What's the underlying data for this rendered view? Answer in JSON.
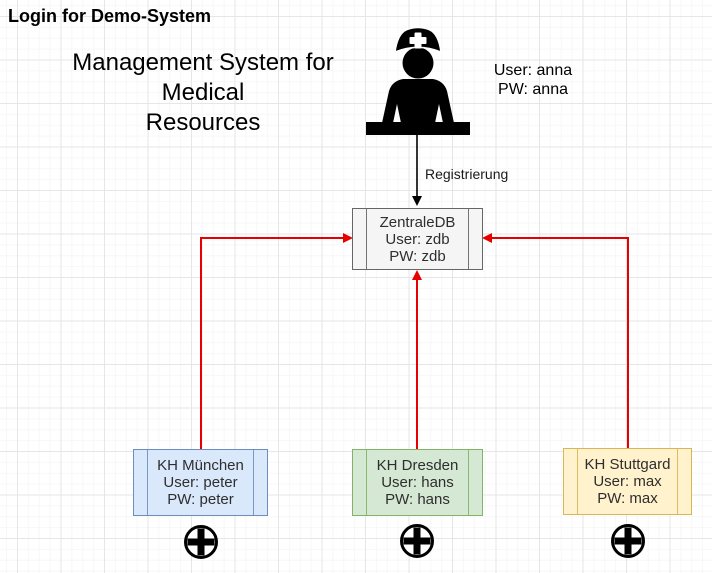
{
  "page": {
    "title": "Login for Demo-System"
  },
  "subtitle": {
    "lines": [
      "Management System for Medical",
      "Resources"
    ]
  },
  "registrar": {
    "icon": "nurse-at-reception-desk",
    "user_line": "User: anna",
    "pw_line": "PW: anna"
  },
  "registration": {
    "arrow_label": "Registrierung"
  },
  "central_db": {
    "title": "ZentraleDB",
    "user_line": "User: zdb",
    "pw_line": "PW: zdb",
    "fill": "#f5f5f5",
    "border": "#666666"
  },
  "hospitals": [
    {
      "title": "KH München",
      "user_line": "User: peter",
      "pw_line": "PW: peter",
      "fill": "#dae8fc",
      "border": "#6c8ebf",
      "icon": "hospital-plus-circle"
    },
    {
      "title": "KH Dresden",
      "user_line": "User: hans",
      "pw_line": "PW: hans",
      "fill": "#d5e8d4",
      "border": "#82b366",
      "icon": "hospital-plus-circle"
    },
    {
      "title": "KH Stuttgard",
      "user_line": "User: max",
      "pw_line": "PW: max",
      "fill": "#fff2cc",
      "border": "#d6b656",
      "icon": "hospital-plus-circle"
    }
  ],
  "colors": {
    "connector_red": "#e60000",
    "connector_black": "#000000",
    "grid_major": "#e6e6e6",
    "grid_minor": "#f7f7f7"
  }
}
